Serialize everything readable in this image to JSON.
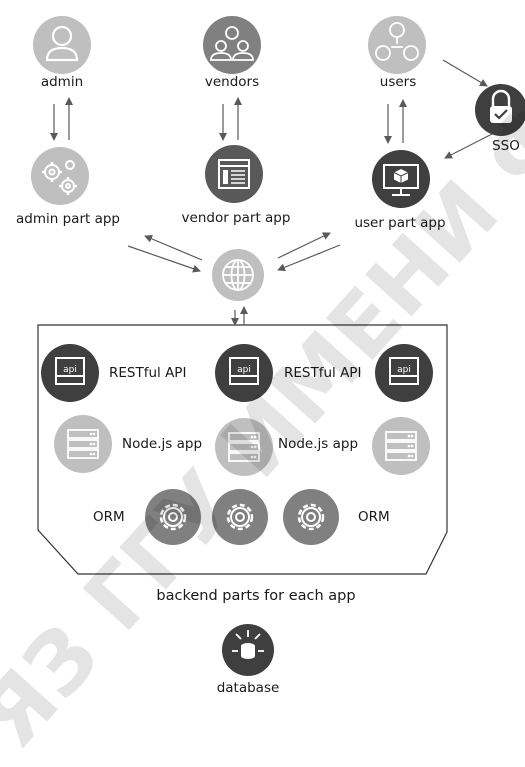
{
  "nodes": {
    "admin": "admin",
    "vendors": "vendors",
    "users": "users",
    "sso": "SSO",
    "admin_app": "admin part app",
    "vendor_app": "vendor part app",
    "user_app": "user part app",
    "restful_api_1": "RESTful API",
    "restful_api_2": "RESTful API",
    "api_badge": "api",
    "nodejs_app_1": "Node.js app",
    "nodejs_app_2": "Node.js app",
    "orm_1": "ORM",
    "orm_2": "ORM",
    "backend_caption": "backend parts for each app",
    "database": "database"
  },
  "watermark": "ЯЗ ГГУ ИМЕНИ Ф",
  "colors": {
    "light_gray": "#bfbfbf",
    "mid_gray": "#808080",
    "dark_gray": "#3f3f3f",
    "arrow": "#5a5a5a"
  }
}
